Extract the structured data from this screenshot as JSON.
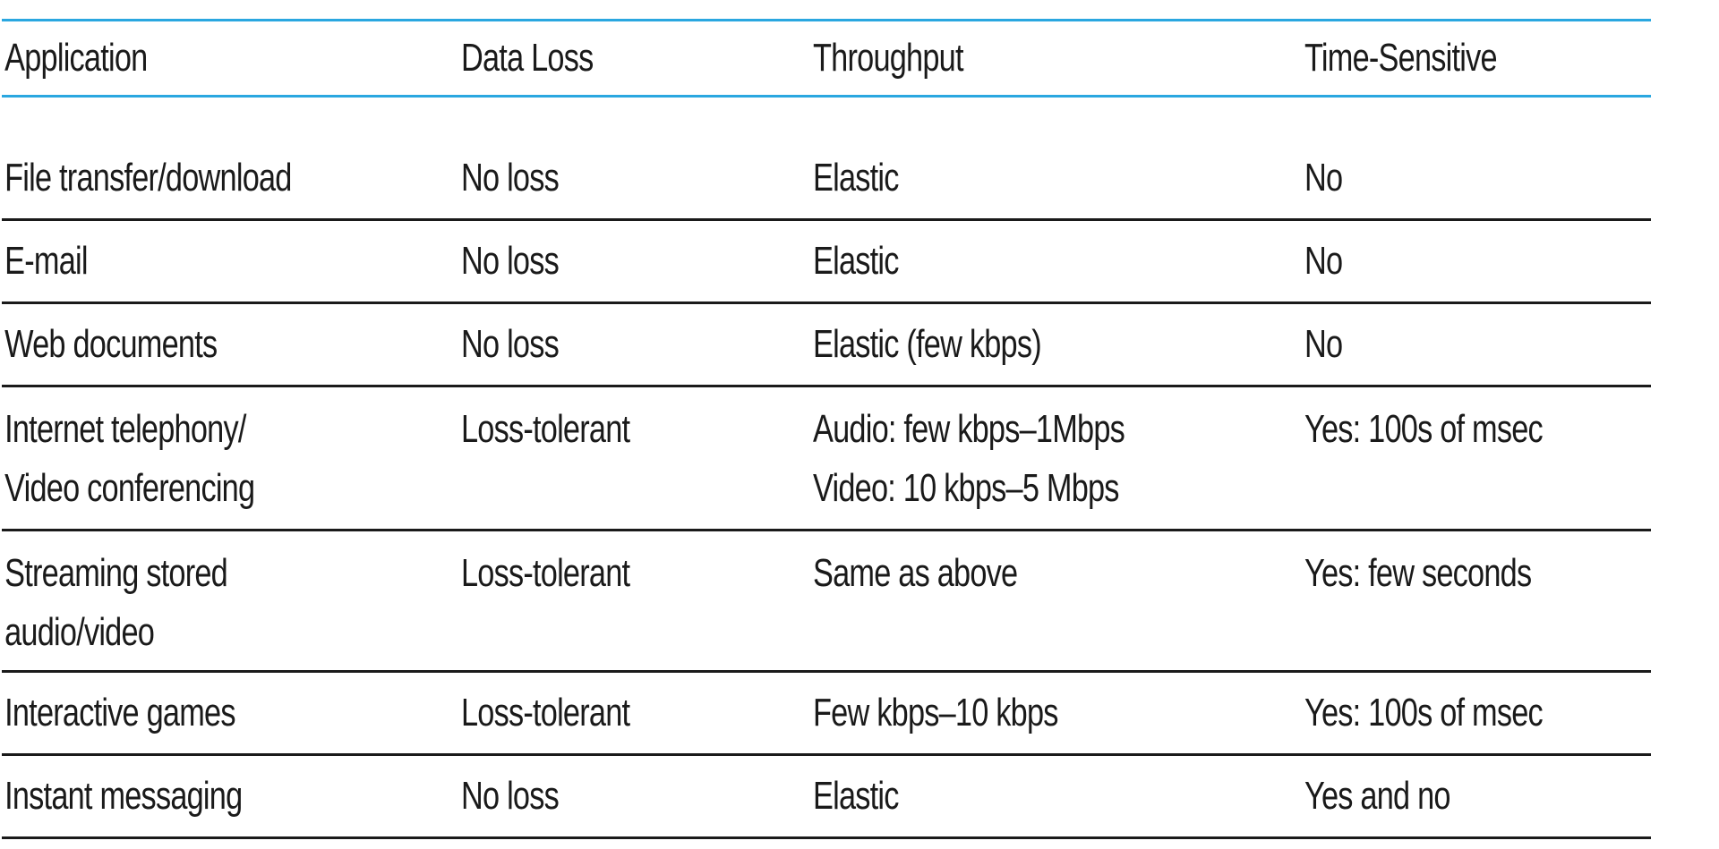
{
  "table": {
    "headers": [
      "Application",
      "Data Loss",
      "Throughput",
      "Time-Sensitive"
    ],
    "rows": [
      {
        "application": [
          "File transfer/download"
        ],
        "data_loss": "No loss",
        "throughput": [
          "Elastic"
        ],
        "time_sensitive": "No"
      },
      {
        "application": [
          "E-mail"
        ],
        "data_loss": "No loss",
        "throughput": [
          "Elastic"
        ],
        "time_sensitive": "No"
      },
      {
        "application": [
          "Web documents"
        ],
        "data_loss": "No loss",
        "throughput": [
          "Elastic (few kbps)"
        ],
        "time_sensitive": "No"
      },
      {
        "application": [
          "Internet telephony/",
          "Video conferencing"
        ],
        "data_loss": "Loss-tolerant",
        "throughput": [
          "Audio: few kbps–1Mbps",
          "Video: 10 kbps–5 Mbps"
        ],
        "time_sensitive": "Yes: 100s of msec"
      },
      {
        "application": [
          "Streaming stored",
          "audio/video"
        ],
        "data_loss": "Loss-tolerant",
        "throughput": [
          "Same as above"
        ],
        "time_sensitive": "Yes: few seconds"
      },
      {
        "application": [
          "Interactive games"
        ],
        "data_loss": "Loss-tolerant",
        "throughput": [
          "Few kbps–10 kbps"
        ],
        "time_sensitive": "Yes: 100s of msec"
      },
      {
        "application": [
          "Instant messaging"
        ],
        "data_loss": "No loss",
        "throughput": [
          "Elastic"
        ],
        "time_sensitive": "Yes and no"
      }
    ]
  }
}
